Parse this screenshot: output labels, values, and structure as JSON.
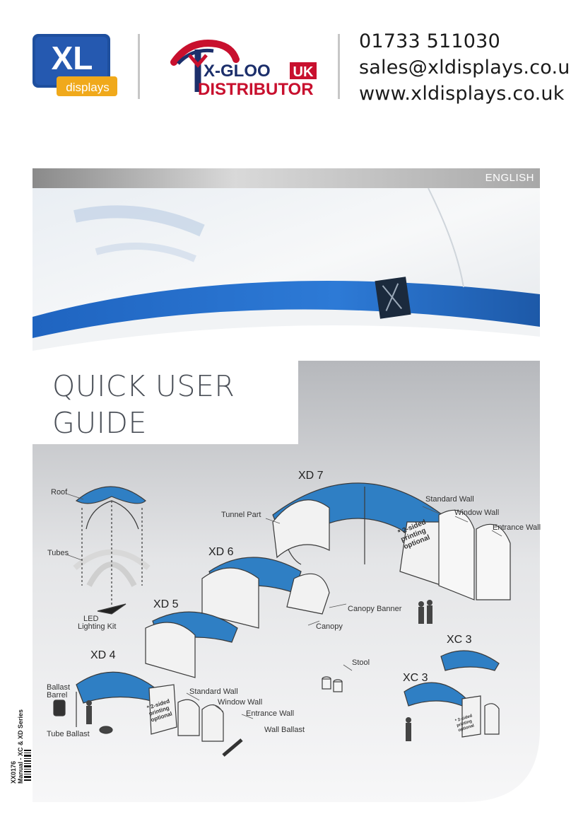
{
  "header": {
    "xl_logo": {
      "mark": "XL",
      "sub": "displays",
      "brand_color": "#1e4f9e",
      "accent_color": "#f0a91b"
    },
    "xgloo_logo": {
      "name": "X-GLOO",
      "badge": "UK",
      "line2": "DISTRIBUTOR",
      "brand_color": "#c8102e",
      "navy": "#1c2f6b"
    },
    "contact": {
      "phone": "01733 511030",
      "email": "sales@xldisplays.co.uk",
      "web": "www.xldisplays.co.uk"
    }
  },
  "banner": {
    "language": "ENGLISH"
  },
  "title": {
    "line1": "QUICK USER",
    "line2": "GUIDE"
  },
  "diagram": {
    "models": {
      "xd7": "XD 7",
      "xd6": "XD 6",
      "xd5": "XD 5",
      "xd4": "XD 4",
      "xc3_a": "XC 3",
      "xc3_b": "XC 3"
    },
    "labels": {
      "roof": "Roof",
      "tubes": "Tubes",
      "led_line1": "LED",
      "led_line2": "Lighting Kit",
      "tunnel": "Tunnel Part",
      "standard_wall_top": "Standard Wall",
      "window_wall_top": "Window Wall",
      "entrance_wall_top": "Entrance Wall",
      "canopy_banner": "Canopy Banner",
      "canopy": "Canopy",
      "stool": "Stool",
      "ballast_line1": "Ballast",
      "ballast_line2": "Barrel",
      "tube_ballast": "Tube Ballast",
      "standard_wall": "Standard Wall",
      "window_wall": "Window Wall",
      "entrance_wall": "Entrance Wall",
      "wall_ballast": "Wall Ballast",
      "printing_note": "* 2-sided printing optional"
    },
    "colors": {
      "dome_blue": "#2f7fc4",
      "wall": "#f2f2f2",
      "outline": "#3a3a3a"
    }
  },
  "side_code": {
    "code": "XX0176",
    "manual": "Manual - XC & XD Series"
  }
}
